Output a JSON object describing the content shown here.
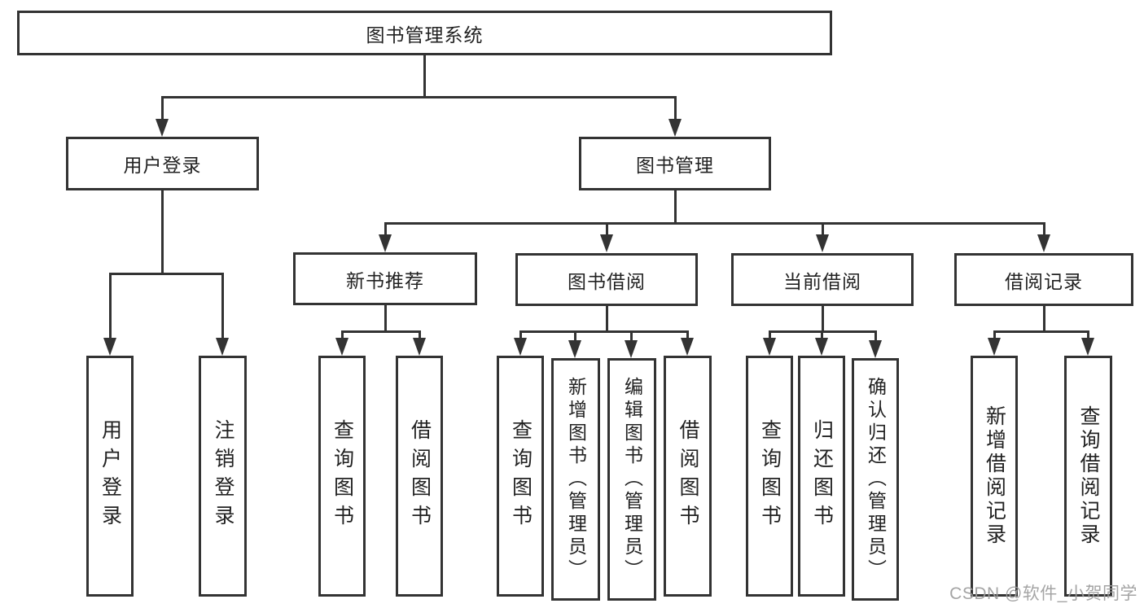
{
  "tree": {
    "root": "图书管理系统",
    "branches": [
      {
        "label": "用户登录",
        "leaves": [
          "用户登录",
          "注销登录"
        ]
      },
      {
        "label": "图书管理",
        "groups": [
          {
            "label": "新书推荐",
            "leaves": [
              "查询图书",
              "借阅图书"
            ]
          },
          {
            "label": "图书借阅",
            "leaves": [
              "查询图书",
              "新增图书（管理员）",
              "编辑图书（管理员）",
              "借阅图书"
            ]
          },
          {
            "label": "当前借阅",
            "leaves": [
              "查询图书",
              "归还图书",
              "确认归还（管理员）"
            ]
          },
          {
            "label": "借阅记录",
            "leaves": [
              "新增借阅记录",
              "查询借阅记录"
            ]
          }
        ]
      }
    ]
  },
  "watermark": {
    "text": "CSDN @软件_小贺同学"
  },
  "colors": {
    "line": "#333333",
    "text": "#222222",
    "background": "#ffffff",
    "watermark": "#9d9d9d"
  }
}
